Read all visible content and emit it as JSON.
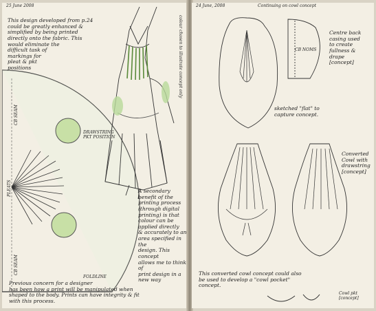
{
  "left_page": {
    "header_date": "25 June 2008",
    "design_note": "This design developed from p.24\ncould be greatly enhanced &\nsimplified by being printed\ndirectly onto the fabric. This\nwould eliminate the\ndifficult task of\nmarkings for\npleat & pkt\npositions",
    "colour_note": "colour chosen\nto illustrate concept\nonly",
    "cb_seam_top": "CB SEAM",
    "cb_seam_bottom": "CB SEAM",
    "drawstring_label": "DRAWSTRING\nPKT POSITION",
    "pleats_label": "PLEATS",
    "secondary_benefit": "A secondary\nbenefit of the\nprinting process\n(through digital\nprinting) is that\ncolour can be\napplied directly\n& accurately to any\narea specified in the\ndesign. This concept\nallows me to think of\nprint design in a new way",
    "fold_label": "FOLDLINE",
    "bottom_text": "Previous concern for a designer\nhas been how a print will be manipulated when\nshaped to the body. Prints can have integrity & fit\nwith this process."
  },
  "right_page": {
    "header_date": "24 June, 2008",
    "header_title": "Continuing on cowl concept",
    "channel_label": "CB NOMS",
    "centre_back_note": "Centre back\ncasing used\nto create\nfullness &\ndrape\n[concept]",
    "sketched_note": "sketched \"flat\" to\ncapture concept.",
    "converted_note": "Converted\nCowl with\ndrawstring\n[concept]",
    "bottom_note": "This converted cowl concept could also\nbe used to develop a \"cowl pocket\"\nconcept.",
    "pocket_label": "Cowl pkt\n[concept]"
  },
  "colors": {
    "paper": "#f3efe4",
    "ink": "#222222",
    "green_wash": "#b8d99a",
    "gutter": "#8e8677"
  }
}
